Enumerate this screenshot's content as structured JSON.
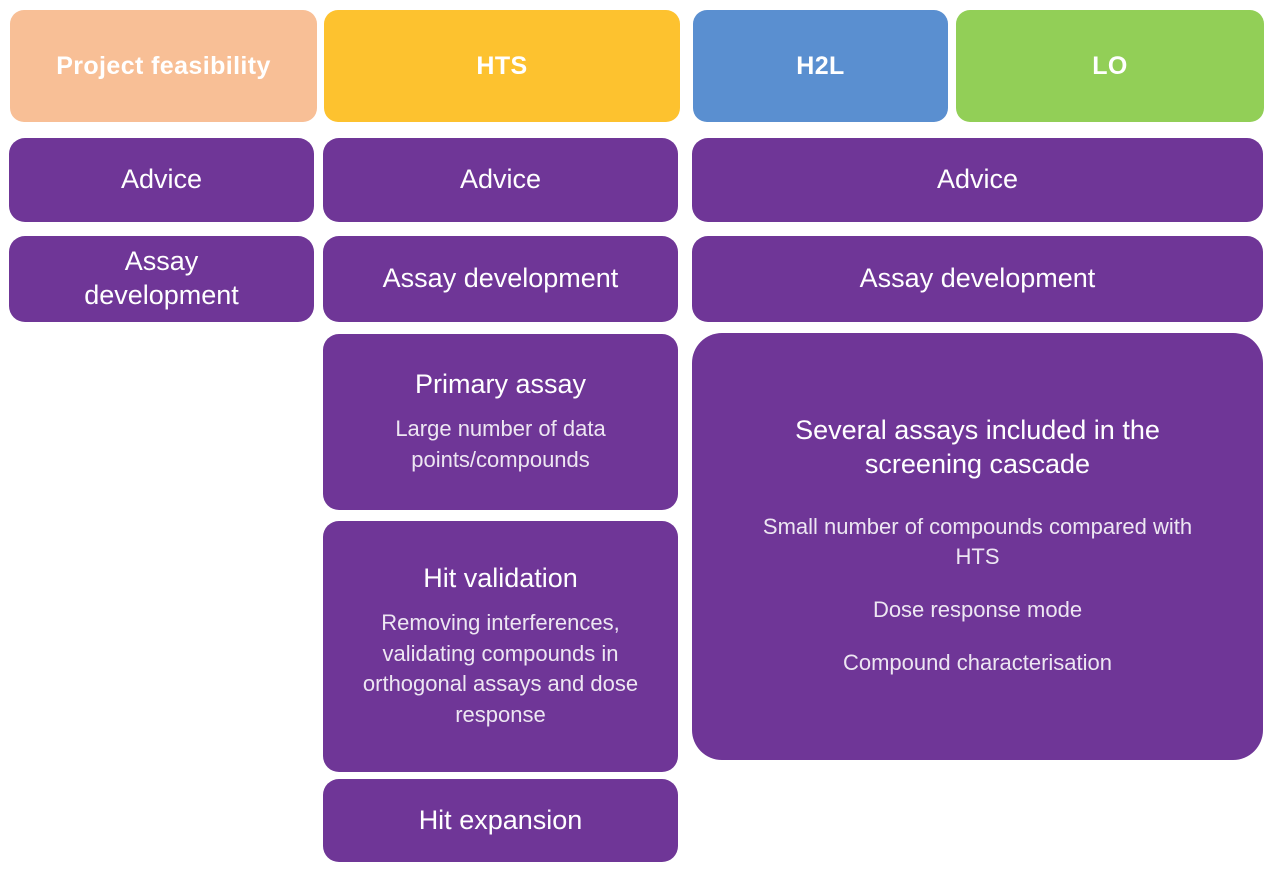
{
  "palette": {
    "project_feasibility": "#F8BF96",
    "hts": "#FDC22F",
    "h2l": "#5A8FD0",
    "lo": "#92CF57",
    "stage_purple": "#6F3697",
    "text": "#FFFFFF"
  },
  "headers": [
    {
      "label": "Project feasibility",
      "color": "#F8BF96"
    },
    {
      "label": "HTS",
      "color": "#FDC22F"
    },
    {
      "label": "H2L",
      "color": "#5A8FD0"
    },
    {
      "label": "LO",
      "color": "#92CF57"
    }
  ],
  "stages": {
    "project_feasibility": [
      {
        "title": "Advice"
      },
      {
        "title": "Assay development"
      }
    ],
    "hts": [
      {
        "title": "Advice"
      },
      {
        "title": "Assay development"
      },
      {
        "title": "Primary assay",
        "details": [
          "Large number of data points/compounds"
        ]
      },
      {
        "title": "Hit validation",
        "details": [
          "Removing interferences, validating compounds in orthogonal assays and dose response"
        ]
      },
      {
        "title": "Hit expansion"
      }
    ],
    "h2l_lo": [
      {
        "title": "Advice"
      },
      {
        "title": "Assay development"
      },
      {
        "title": "Several assays included in the screening cascade",
        "details": [
          "Small number of compounds compared with HTS",
          "Dose response mode",
          "Compound characterisation"
        ]
      }
    ]
  }
}
